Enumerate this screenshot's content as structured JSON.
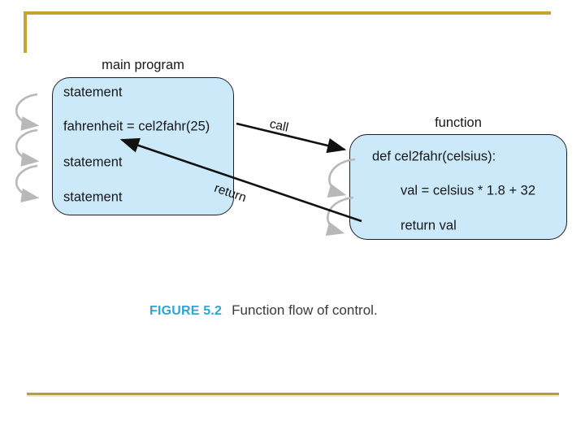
{
  "slide": {
    "background": "#FFFFFF",
    "top_rule_color": "#C6A42F",
    "bottom_rule_color": "#AFA23E"
  },
  "diagram": {
    "main_box": {
      "label": "main program",
      "fill": "#CBE9F8",
      "border": "#1A2026",
      "lines": [
        "statement",
        "fahrenheit = cel2fahr(25)",
        "statement",
        "statement"
      ]
    },
    "function_box": {
      "label": "function",
      "fill": "#CBE9F8",
      "border": "#1A2026",
      "lines": [
        "def cel2fahr(celsius):",
        "val = celsius * 1.8 + 32",
        "return val"
      ]
    },
    "call_label": "call",
    "return_label": "return",
    "arrow_color": "#111111",
    "loop_arrow_color": "#B8B8B8"
  },
  "caption": {
    "figure_ref": "FIGURE 5.2",
    "figure_ref_color": "#2BA6D9",
    "text": "Function flow of control."
  }
}
